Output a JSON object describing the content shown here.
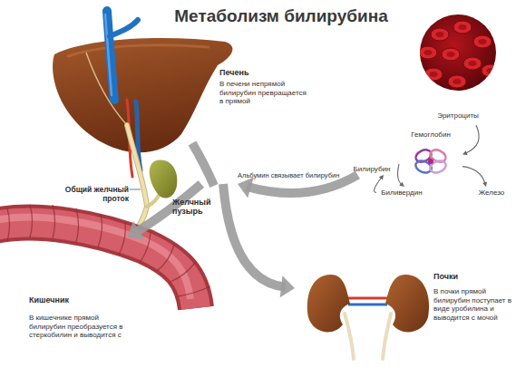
{
  "diagram": {
    "title": "Метаболизм билирубина",
    "nodes": [
      {
        "text": [
          "Печень",
          "В печени непрямой билирубин превращается в прямой"
        ]
      },
      {
        "text": [
          "Эритроциты"
        ]
      },
      {
        "text": [
          "Гемоглобин"
        ]
      },
      {
        "text": [
          "Билирубин"
        ]
      },
      {
        "text": [
          "Биливердин"
        ]
      },
      {
        "text": [
          "Железо"
        ]
      },
      {
        "text": [
          "Желчный пузырь"
        ]
      },
      {
        "text": [
          "Кишечник",
          "В кишечнике прямой билирубин преобразуется в стеркобилин и выводится с"
        ]
      },
      {
        "text": [
          "Почки",
          "В почки прямой билирубин поступает в виде уробилина и выводится с мочой"
        ]
      }
    ],
    "edges": [
      {
        "from": 1,
        "to": 2,
        "arrow": "to"
      },
      {
        "from": 2,
        "to": 4,
        "arrow": "to"
      },
      {
        "from": 2,
        "to": 5,
        "arrow": "to"
      },
      {
        "from": 4,
        "to": 3,
        "arrow": "to"
      },
      {
        "from": 3,
        "to": 0,
        "label": "Альбумин связывает билирубин",
        "arrow": "to"
      },
      {
        "from": 0,
        "to": 7,
        "arrow": "to"
      },
      {
        "from": 0,
        "to": 8,
        "arrow": "to"
      }
    ],
    "labels": [
      "Общий желчный проток"
    ]
  }
}
